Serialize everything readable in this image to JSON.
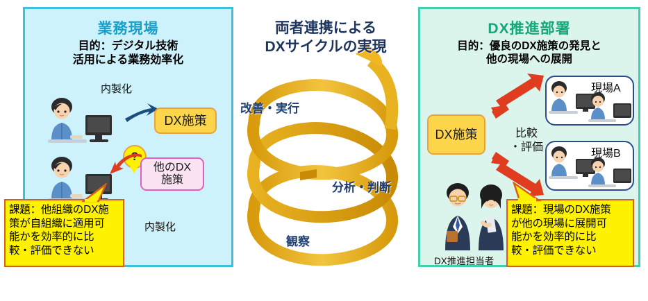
{
  "figure": {
    "center_title": [
      "両者連携による",
      "DXサイクルの実現"
    ]
  },
  "left_panel": {
    "title": "業務現場",
    "purpose_lines": [
      "目的：デジタル技術",
      "活用による業務効率化"
    ],
    "internal_label_top": "内製化",
    "internal_label_bottom": "内製化",
    "dx_box": "DX施策",
    "other_dx_box_lines": [
      "他のDX",
      "施策"
    ],
    "question_mark": "?",
    "callout_lines": [
      "課題：他組織のDX施",
      "策が自組織に適用可",
      "能かを効率的に比",
      "較・評価できない"
    ]
  },
  "right_panel": {
    "title": "DX推進部署",
    "purpose_lines": [
      "目的：優良のDX施策の発見と",
      "他の現場への展開"
    ],
    "dx_box": "DX施策",
    "compare_label_lines": [
      "比較",
      "・評価"
    ],
    "site_a": "現場A",
    "site_b": "現場B",
    "person_caption": "DX推進担当者",
    "callout_lines": [
      "課題：現場のDX施策",
      "が他の現場に展開可",
      "能かを効率的に比",
      "較・評価できない"
    ]
  },
  "spiral": {
    "labels": {
      "improve": "改善・実行",
      "analyze": "分析・判断",
      "observe": "観察"
    }
  },
  "colors": {
    "left_panel_bg": "#CDF2FB",
    "left_panel_border": "#3FBEDD",
    "left_title": "#1AA0C8",
    "right_panel_bg": "#DCF5EC",
    "right_panel_border": "#42CFAE",
    "right_title": "#15A77C",
    "yellow_box": "#FCD54A",
    "pink_box": "#FBE3F3",
    "callout_bg": "#FFF200",
    "callout_border": "#D4601A",
    "spiral_gold": "#E8AE12",
    "navy_text": "#1F3F73",
    "red_arrow": "#E03C20",
    "blue_arrow": "#1B4E7E"
  }
}
